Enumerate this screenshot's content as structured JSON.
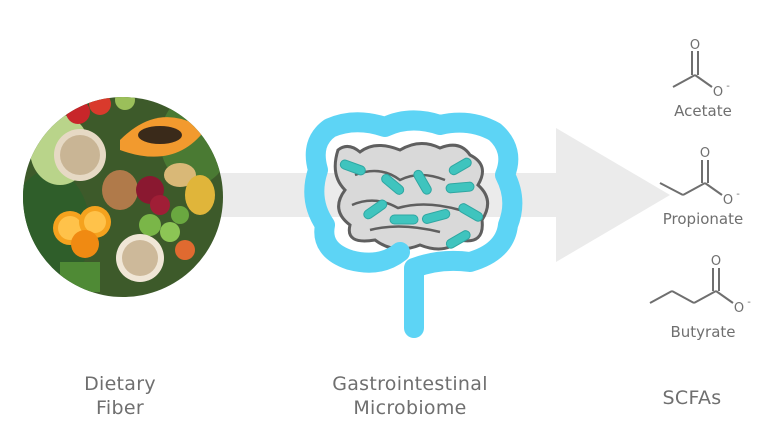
{
  "captions": {
    "fiber": [
      "Dietary",
      "Fiber"
    ],
    "gut": [
      "Gastrointestinal",
      "Microbiome"
    ],
    "scfa": "SCFAs"
  },
  "molecules": [
    {
      "name": "Acetate",
      "double_bond_atom": "O",
      "charged_atom": "O",
      "charge": "-"
    },
    {
      "name": "Propionate",
      "double_bond_atom": "O",
      "charged_atom": "O",
      "charge": "-"
    },
    {
      "name": "Butyrate",
      "double_bond_atom": "O",
      "charged_atom": "O",
      "charge": "-"
    }
  ],
  "colors": {
    "arrow": "#ebebeb",
    "colon": "#5dd4f5",
    "intestine_fill": "#d9d9d9",
    "intestine_outline": "#5f5f5f",
    "bacteria": "#3fc4be",
    "text": "#6f6f6f",
    "bond": "#6f6f6f"
  },
  "icons": {
    "food": "fruit-vegetable-plate-icon",
    "gut": "colon-with-bacteria-icon"
  }
}
